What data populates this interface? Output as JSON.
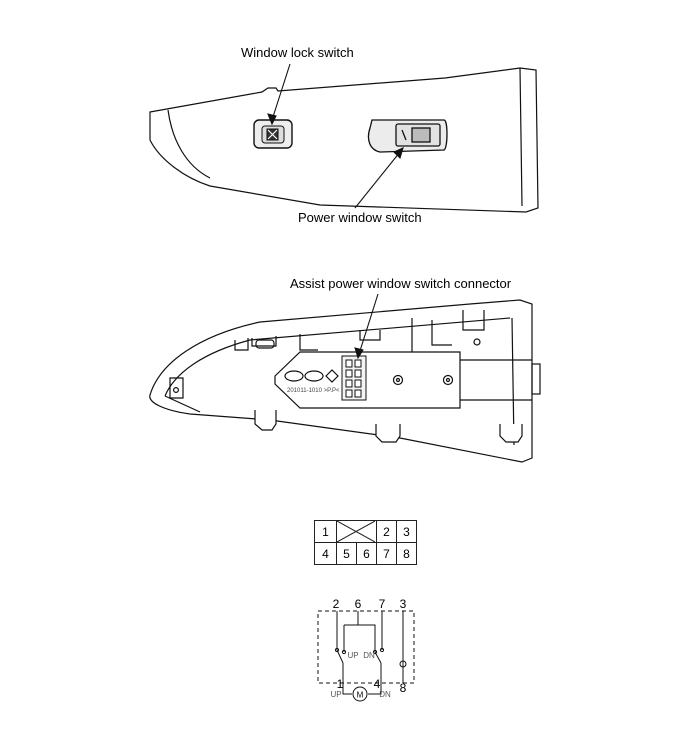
{
  "callouts": {
    "window_lock_switch": "Window lock switch",
    "power_window_switch": "Power window switch",
    "assist_connector": "Assist power window switch connector"
  },
  "panel_marking": "201011-1010 >P.P<",
  "connector_pins": {
    "row1": [
      "1",
      "",
      "2",
      "3"
    ],
    "row2": [
      "4",
      "5",
      "6",
      "7",
      "8"
    ]
  },
  "schematic": {
    "top_terminals": [
      "2",
      "6",
      "7",
      "3"
    ],
    "bottom_terminals": [
      "1",
      "4",
      "8"
    ],
    "switch_labels": [
      "UP",
      "DN"
    ],
    "motor_label": "M",
    "bottom_labels": [
      "UP",
      "DN"
    ]
  }
}
